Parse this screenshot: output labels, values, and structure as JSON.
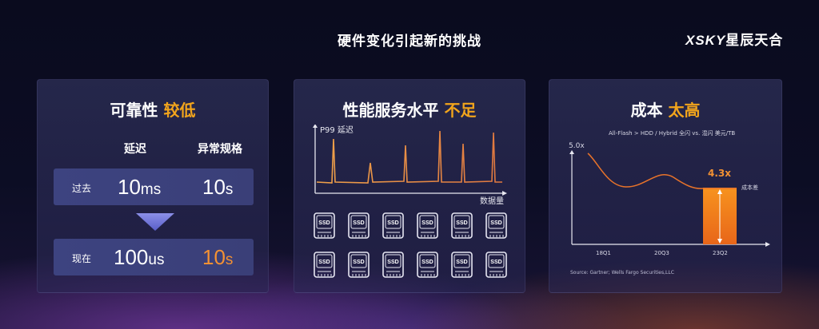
{
  "slide": {
    "title": "硬件变化引起新的挑战"
  },
  "logo": {
    "mark": "XSKY",
    "name": "星辰天合"
  },
  "panel_latency": {
    "title_prefix": "可靠性 ",
    "title_highlight": "较低",
    "col_latency": "延迟",
    "col_anomaly": "异常规格",
    "rows": [
      {
        "label": "过去",
        "latency_num": "10",
        "latency_unit": "ms",
        "anomaly_num": "10",
        "anomaly_unit": "s"
      },
      {
        "label": "现在",
        "latency_num": "100",
        "latency_unit": "us",
        "anomaly_num": "10",
        "anomaly_unit": "s"
      }
    ],
    "colors": {
      "highlight": "#f2a51c",
      "accent": "#f39133"
    }
  },
  "panel_performance": {
    "title_prefix": "性能服务水平 ",
    "title_highlight": "不足",
    "y_label": "P99 延迟",
    "x_label": "数据量",
    "ssd_label": "SSD",
    "ssd_rows": 2,
    "ssd_cols": 6
  },
  "panel_cost": {
    "title_prefix": "成本 ",
    "title_highlight": "太高",
    "subtitle": "All-Flash > HDD / Hybrid  全闪 vs. 混闪 美元/TB",
    "y_top_label": "5.0x",
    "gap_value": "4.3x",
    "gap_label": "成本差",
    "source": "Source: Gartner; Wells Fargo Securities,LLC"
  },
  "chart_data": {
    "type": "line",
    "title": "",
    "subtitle": "All-Flash > HDD / Hybrid  全闪 vs. 混闪 美元/TB",
    "x": [
      "18Q1",
      "20Q3",
      "23Q2"
    ],
    "ylim": [
      0,
      5.0
    ],
    "annotations": [
      {
        "x": "23Q2",
        "text": "4.3x",
        "label": "成本差"
      }
    ],
    "grid": false
  }
}
